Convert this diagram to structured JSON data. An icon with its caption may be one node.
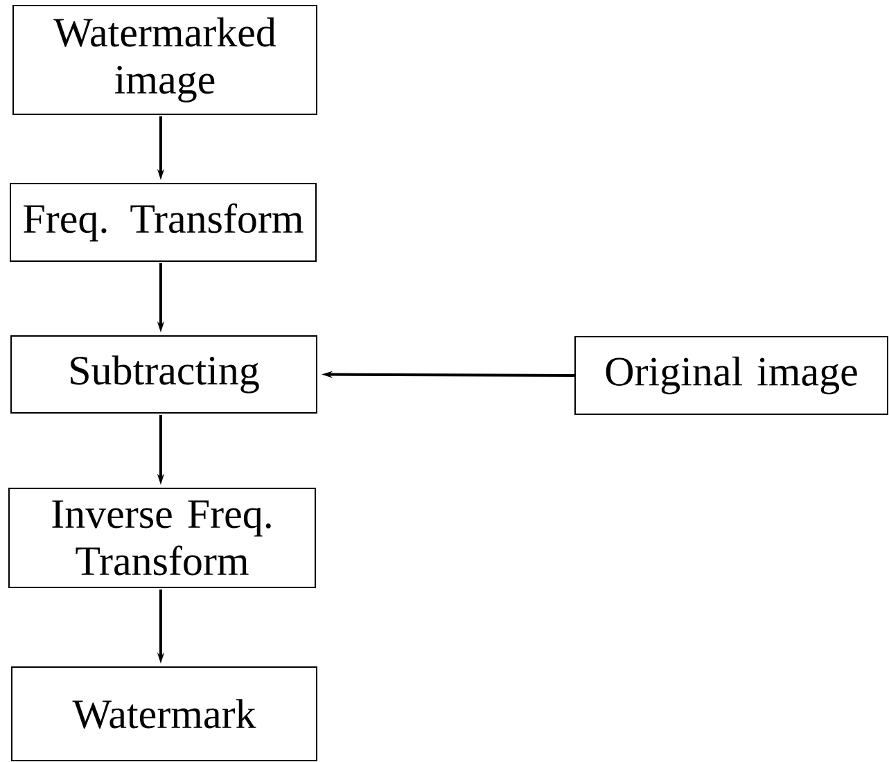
{
  "diagram": {
    "nodes": [
      {
        "text": [
          "Watermarked image"
        ]
      },
      {
        "text": [
          "Freq. Transform"
        ]
      },
      {
        "text": [
          "Subtracting"
        ]
      },
      {
        "text": [
          "Original image"
        ]
      },
      {
        "text": [
          "Inverse Freq. Transform"
        ]
      },
      {
        "text": [
          "Watermark"
        ]
      }
    ],
    "edges": [
      {
        "from": 0,
        "to": 1,
        "arrow": "to"
      },
      {
        "from": 1,
        "to": 2,
        "arrow": "to"
      },
      {
        "from": 3,
        "to": 2,
        "arrow": "to"
      },
      {
        "from": 2,
        "to": 4,
        "arrow": "to"
      },
      {
        "from": 4,
        "to": 5,
        "arrow": "to"
      }
    ]
  }
}
